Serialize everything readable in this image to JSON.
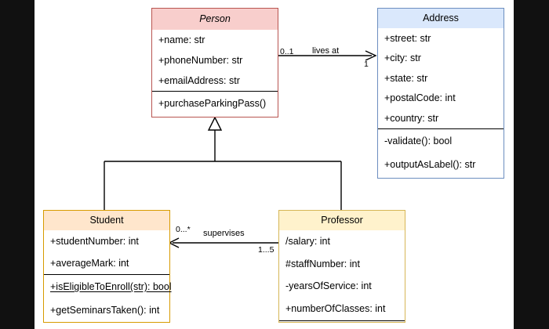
{
  "diagram": {
    "kind": "uml-class-diagram",
    "canvas_background": "#ffffff",
    "letterbox_color": "#111111"
  },
  "classes": [
    {
      "id": "person",
      "name": "Person",
      "abstract": true,
      "header_color": "#f8cecc",
      "border_color": "#b85450",
      "attributes": [
        "+name: str",
        "+phoneNumber: str",
        "+emailAddress: str"
      ],
      "methods": [
        "+purchaseParkingPass()"
      ]
    },
    {
      "id": "address",
      "name": "Address",
      "abstract": false,
      "header_color": "#dae8fc",
      "border_color": "#6c8ebf",
      "attributes": [
        "+street: str",
        "+city: str",
        "+state: str",
        "+postalCode: int",
        "+country: str"
      ],
      "methods": [
        "-validate(): bool",
        "+outputAsLabel(): str"
      ]
    },
    {
      "id": "student",
      "name": "Student",
      "abstract": false,
      "header_color": "#ffe6cc",
      "border_color": "#d79b00",
      "attributes": [
        "+studentNumber: int",
        "+averageMark: int"
      ],
      "methods": [
        "+isEligibleToEnroll(str): bool",
        "+getSeminarsTaken(): int"
      ],
      "static_methods": [
        "+isEligibleToEnroll(str): bool"
      ]
    },
    {
      "id": "professor",
      "name": "Professor",
      "abstract": false,
      "header_color": "#fff2cc",
      "border_color": "#d6b656",
      "attributes": [
        "/salary: int",
        "#staffNumber: int",
        "-yearsOfService: int",
        "+numberOfClasses: int"
      ],
      "methods": []
    }
  ],
  "relationships": [
    {
      "id": "lives-at",
      "type": "association",
      "source": "person",
      "target": "address",
      "label": "lives at",
      "source_multiplicity": "0..1",
      "target_multiplicity": "1"
    },
    {
      "id": "person-generalization",
      "type": "generalization",
      "parent": "person",
      "children": [
        "student",
        "professor"
      ],
      "label": ""
    },
    {
      "id": "supervises",
      "type": "association",
      "source": "professor",
      "target": "student",
      "label": "supervises",
      "source_multiplicity": "1...5",
      "target_multiplicity": "0...*"
    }
  ]
}
